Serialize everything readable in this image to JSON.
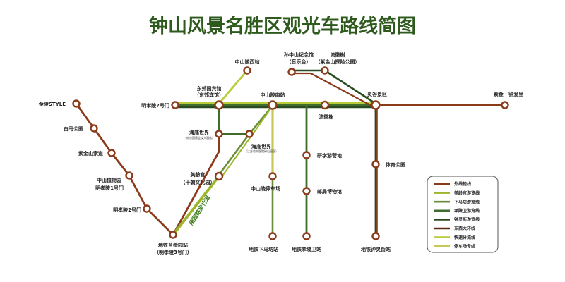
{
  "title": "钟山风景名胜区观光车路线简图",
  "walk_path_label": "陵园路步行道",
  "stations": {
    "jinling_style": "金陵STYLE",
    "baima": "白马公园",
    "zijinshan_cableway": "紫金山索道",
    "botanical_1": "中山植物园",
    "botanical_2": "明孝陵1号门",
    "mxl2": "明孝陵2号门",
    "metro_muxuyuan_1": "地铁苜蓿园站",
    "metro_muxuyuan_2": "（明孝陵3号门）",
    "mxl7": "明孝陵7号门",
    "dongjiao_1": "东郊国宾馆",
    "dongjiao_2": "（东郊宾馆）",
    "zsl_west": "中山陵西站",
    "zsl_south": "中山陵南站",
    "sun_memorial_1": "孙中山纪念馆",
    "sun_memorial_2": "（音乐台）",
    "liuhuixie_top_1": "流徽榭",
    "liuhuixie_top_2": "（紫金山探险公园）",
    "linggu": "灵谷景区",
    "zijin_zhongaili": "紫金 · 钟爱里",
    "liuhuixie": "流徽榭",
    "haidi_1": "海底世界",
    "haidi_1_sub": "（南京国际会议大酒店）",
    "haidi_2": "海底世界",
    "haidi_2_sub": "（江苏省中医院钟山园区）",
    "yanxiu": "研学游营地",
    "postal": "邮局博物馆",
    "sports_park": "体育公园",
    "meiling_1": "美龄宫",
    "meiling_2": "（十朝文化园）",
    "zsl_parking": "中山陵停车场",
    "metro_xiamafang": "地铁下马坊站",
    "metro_mxlwei": "地铁孝陵卫站",
    "metro_zhongling": "地铁钟灵街站"
  },
  "legend": [
    {
      "label": "外线轻线",
      "color": "#8b3a1a"
    },
    {
      "label": "美龄宫游览线",
      "color": "#9cb52a"
    },
    {
      "label": "下马坊游览线",
      "color": "#6a8f3a"
    },
    {
      "label": "孝陵卫游览线",
      "color": "#3f6e2c"
    },
    {
      "label": "钟灵街游览线",
      "color": "#2a4a20"
    },
    {
      "label": "东西大环线",
      "color": "#5a2a10"
    },
    {
      "label": "快速分流线",
      "color": "#b8cc3a"
    },
    {
      "label": "停车场专线",
      "color": "#c8c858"
    }
  ]
}
